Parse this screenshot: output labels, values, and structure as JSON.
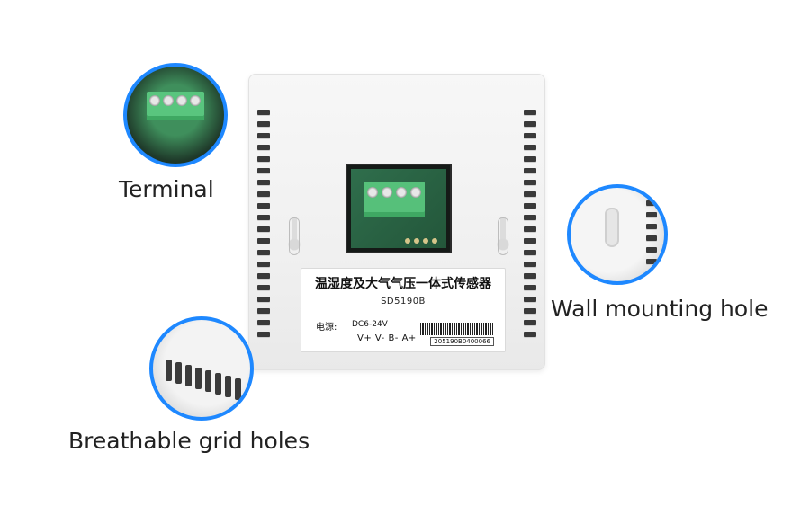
{
  "captions": {
    "terminal": "Terminal",
    "wall": "Wall mounting hole",
    "grid": "Breathable grid holes"
  },
  "device_label": {
    "title": "温湿度及大气气压一体式传感器",
    "model": "SD5190B",
    "power_label": "电源:",
    "power_value": "DC6-24V",
    "pins": "V+ V- B- A+",
    "serial": "205190B0400066"
  },
  "colors": {
    "callout_border": "#1e88ff",
    "terminal_green": "#56c07a",
    "pcb_green": "#2f6e4c",
    "housing": "#f2f2f2"
  }
}
